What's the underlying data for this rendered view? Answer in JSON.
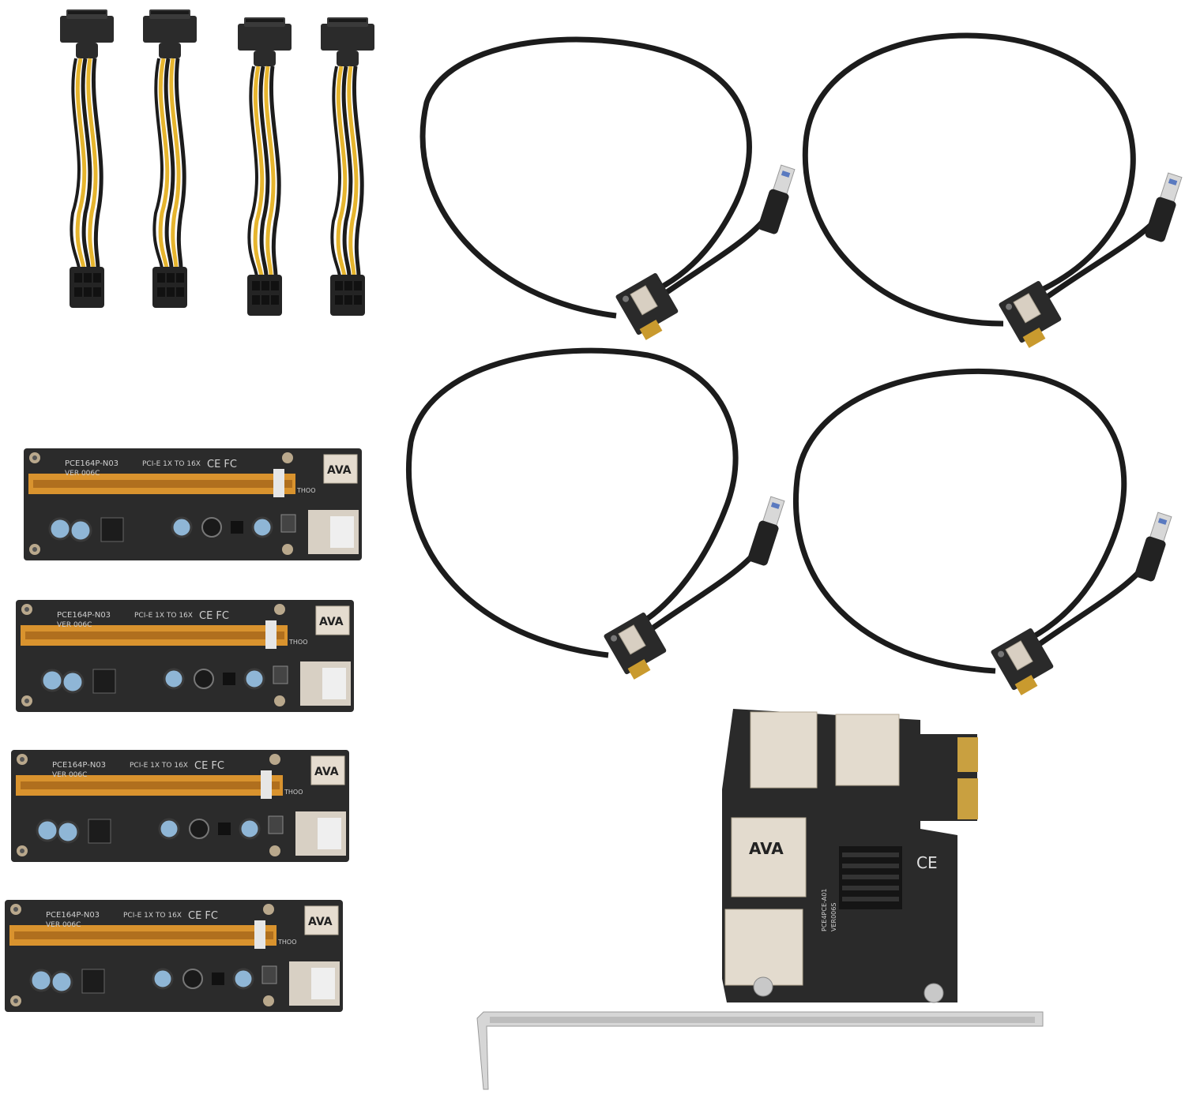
{
  "colors": {
    "background": "#ffffff",
    "pcb": "#2a2a2a",
    "slot_gold": "#d9932e",
    "cable_black": "#1c1c1c",
    "wire_yellow": "#e6b52e",
    "usb_metal": "#d8cfc2",
    "capacitor_blue": "#8fb6d6",
    "bracket_metal": "#d6d6d6"
  },
  "items": {
    "sata_adapters": {
      "count": 4
    },
    "usb_cables": {
      "count": 4
    },
    "riser_boards": {
      "count": 4,
      "model_label": "PCE164P-N03",
      "version_label": "VER 006C",
      "interface_label": "PCI-E 1X TO 16X",
      "cert_label": "CE FC",
      "port_label": "AVA",
      "side_label": "THOO"
    },
    "expansion_card": {
      "model_label": "PCE4PCE-A01",
      "version_label": "VER006S",
      "port_label": "AVA",
      "cert_label": "CE"
    }
  }
}
